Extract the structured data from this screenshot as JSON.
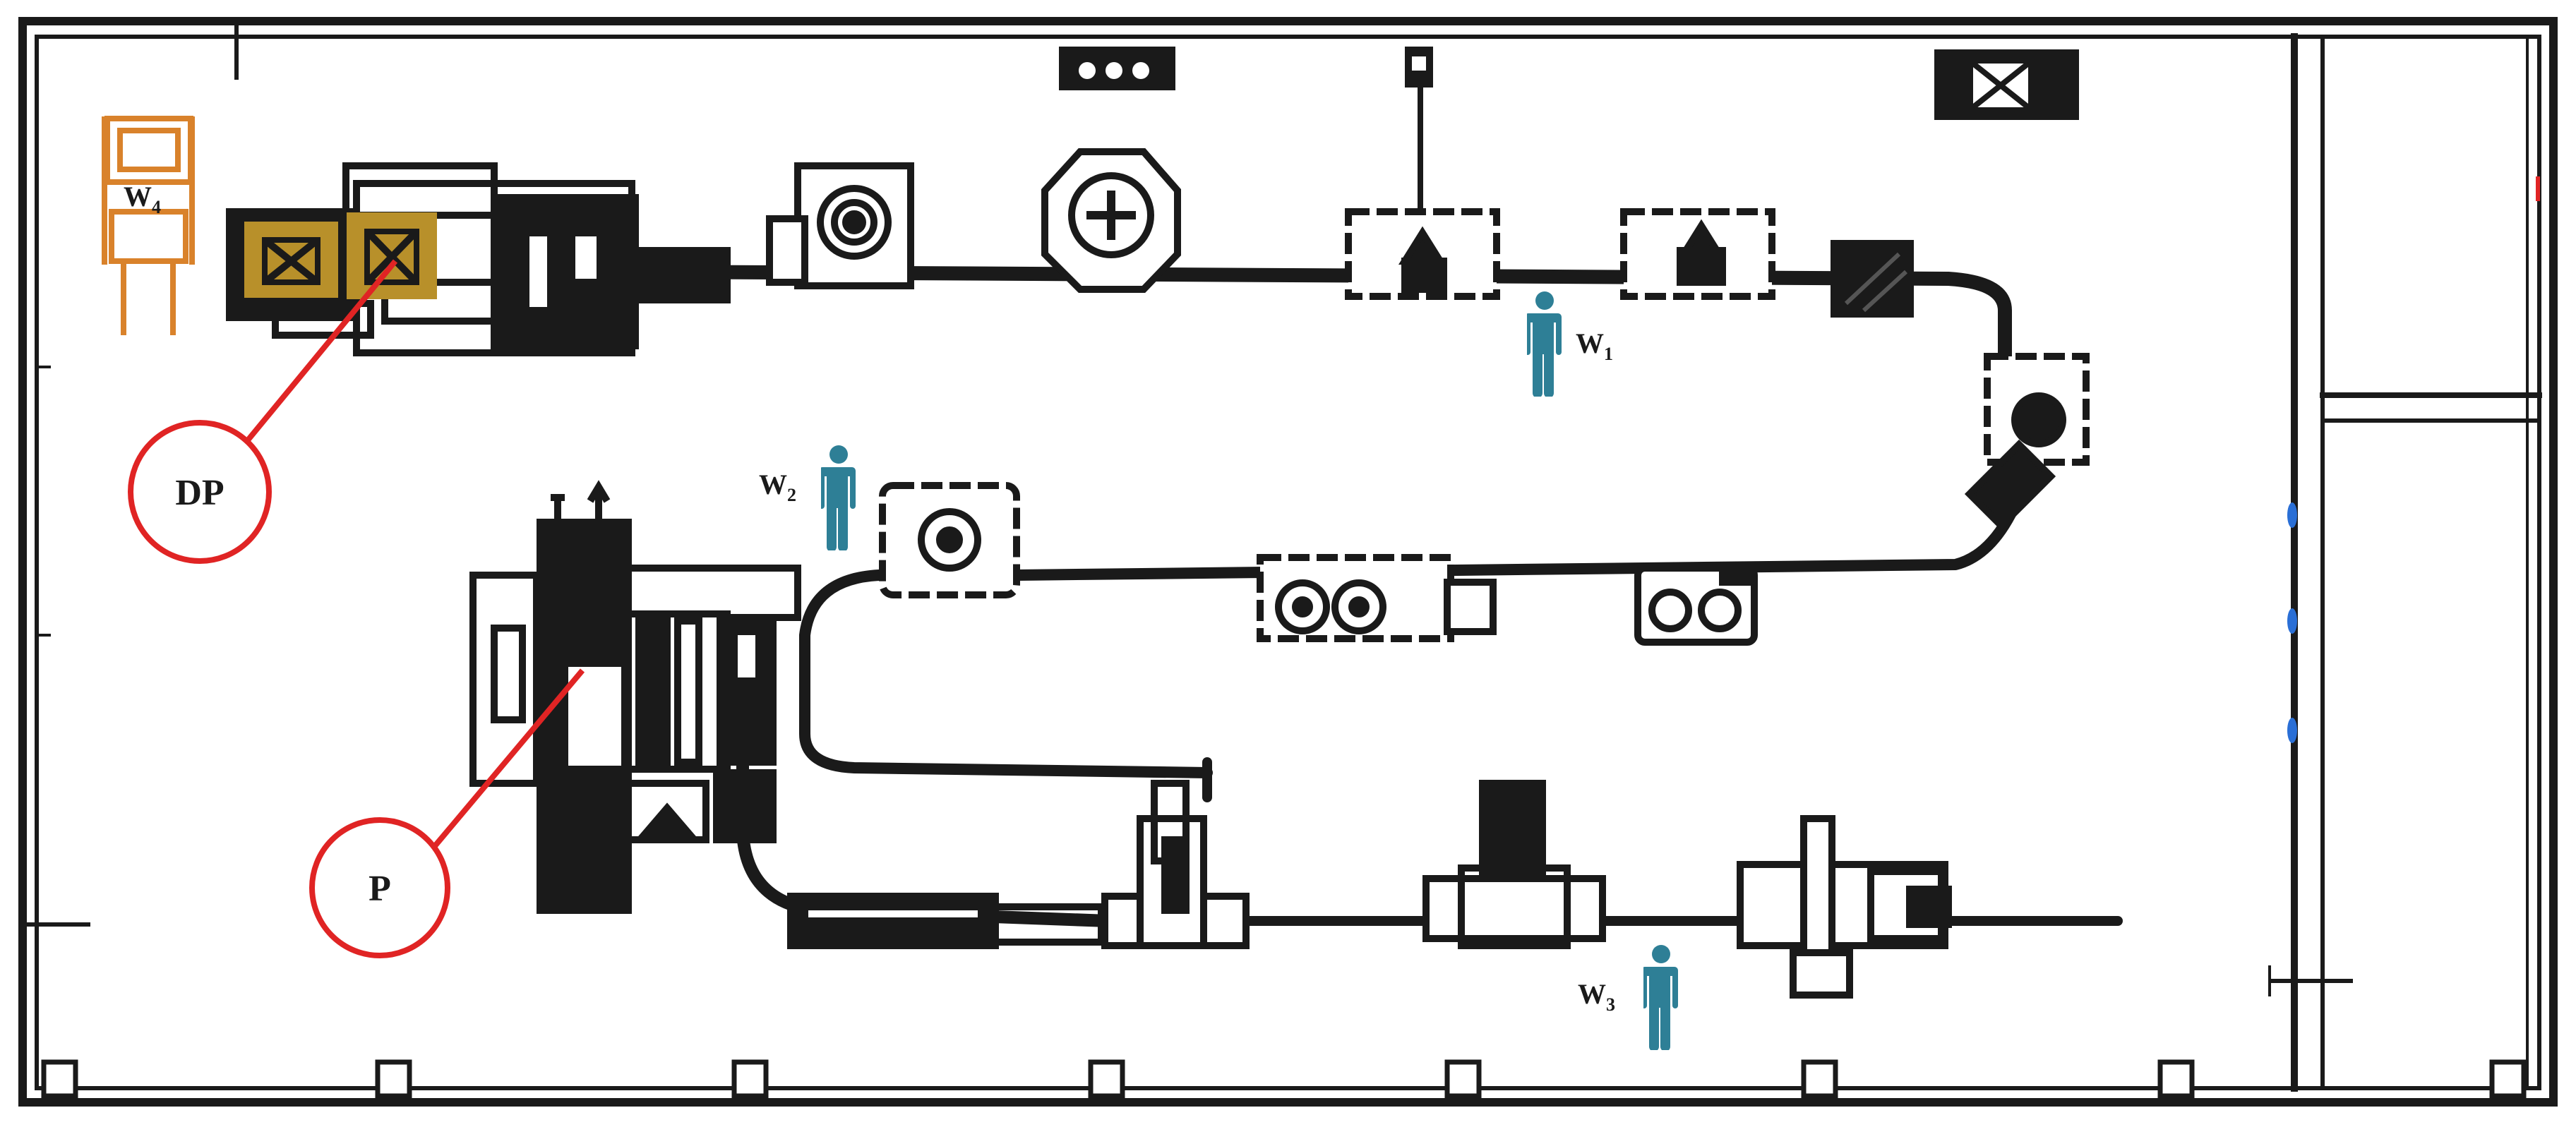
{
  "labels": {
    "dp": "DP",
    "p": "P"
  },
  "workers": [
    {
      "id": "w1",
      "letter": "W",
      "sub": "1"
    },
    {
      "id": "w2",
      "letter": "W",
      "sub": "2"
    },
    {
      "id": "w3",
      "letter": "W",
      "sub": "3"
    },
    {
      "id": "w4",
      "letter": "W",
      "sub": "4"
    }
  ],
  "colors": {
    "ink": "#1a1a1a",
    "marker": "#e02424",
    "worker": "#2e7f96",
    "forklift": "#d9822b",
    "pallet": "#b8902a",
    "accent_blue": "#2a6fd6"
  }
}
